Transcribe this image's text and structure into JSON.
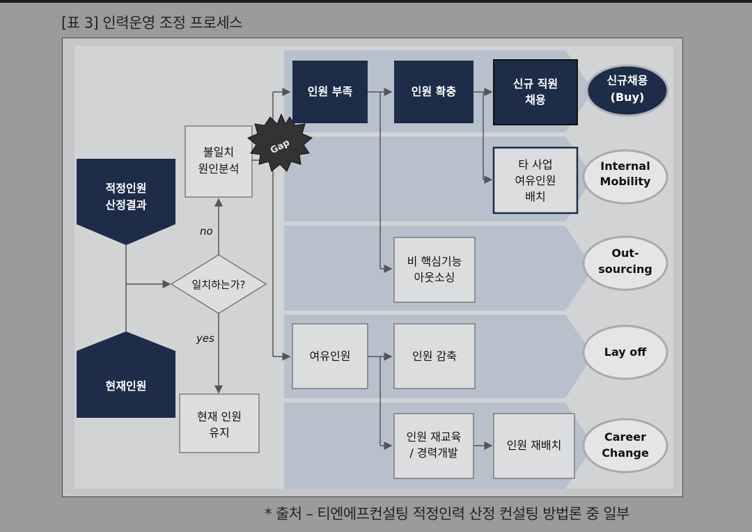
{
  "caption": "[표 3] 인력운영 조정 프로세스",
  "source": "* 출처 – 티엔에프컨설팅 적정인력 산정 컨설팅 방법론 중 일부",
  "colors": {
    "navy": "#1e2c47",
    "band": "#b8c0cc",
    "box_fill": "#dcdddf",
    "ellipse_fill": "#e4e5e6"
  },
  "left": {
    "proper_staff": [
      "적정인원",
      "산정결과"
    ],
    "current_staff": [
      "현재인원"
    ],
    "decision": "일치하는가?",
    "no_label": "no",
    "yes_label": "yes",
    "mismatch_analysis": [
      "불일치",
      "원인분석"
    ],
    "keep_staff": [
      "현재 인원",
      "유지"
    ],
    "gap_label": "Gap"
  },
  "middle": {
    "shortage": [
      "인원 부족"
    ],
    "expand": [
      "인원 확충"
    ],
    "new_hire_box": [
      "신규 직원",
      "채용"
    ],
    "transfer": [
      "타 사업",
      "여유인원",
      "배치"
    ],
    "outsource_box": [
      "비 핵심기능",
      "아웃소싱"
    ],
    "surplus": [
      "여유인원"
    ],
    "reduce": [
      "인원 감축"
    ],
    "retrain": [
      "인원 재교육",
      "/ 경력개발"
    ],
    "reassign": [
      "인원 재배치"
    ]
  },
  "outcomes": {
    "buy": [
      "신규채용",
      "(Buy)"
    ],
    "mobility": [
      "Internal",
      "Mobility"
    ],
    "outsourcing": [
      "Out-",
      "sourcing"
    ],
    "layoff": [
      "Lay off"
    ],
    "career": [
      "Career",
      "Change"
    ]
  }
}
